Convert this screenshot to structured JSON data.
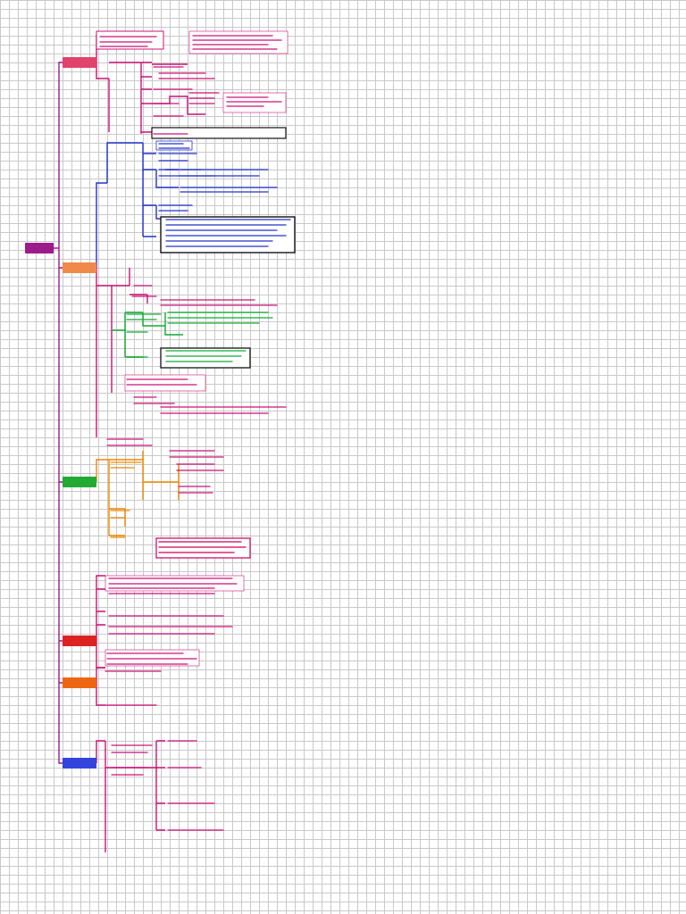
{
  "mindmap": {
    "root": {
      "label": "",
      "color": "#9c1a8a"
    },
    "branches": [
      {
        "key": "b1",
        "label": "",
        "color": "#e0446a"
      },
      {
        "key": "b2",
        "label": "",
        "color": "#f08a4b"
      },
      {
        "key": "b3",
        "label": "",
        "color": "#22aa33"
      },
      {
        "key": "b4",
        "label": "",
        "color": "#dd2222"
      },
      {
        "key": "b5",
        "label": "",
        "color": "#ee6611"
      },
      {
        "key": "b6",
        "label": "",
        "color": "#3344dd"
      }
    ],
    "colors": {
      "trunk": "#9c1a8a",
      "leaf_magenta": "#cc1177",
      "leaf_blue": "#2233cc",
      "leaf_green": "#11aa33",
      "leaf_orange": "#ee8800",
      "callout_border": "#111111",
      "callout_highlight": "#cc0055"
    }
  }
}
